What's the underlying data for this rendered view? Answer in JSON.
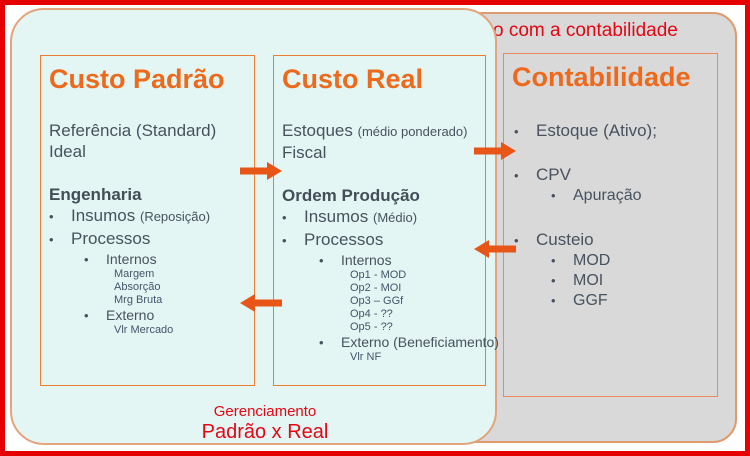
{
  "header": {
    "visible_title": "o com a contabilidade"
  },
  "colors": {
    "frame_red": "#e60000",
    "red_text": "#e30613",
    "orange_title": "#ed6a1c",
    "orange_arrow": "#e85617",
    "cyan_panel_bg": "#e4f6f4",
    "gray_panel_bg": "#d9d9d9",
    "box_border": "#ed7d31",
    "body_text": "#47525e"
  },
  "boxes": {
    "padrao": {
      "title": "Custo Padrão",
      "items": [
        {
          "text": "Referência (Standard)"
        },
        {
          "text": "Ideal"
        },
        {
          "text": "Engenharia"
        },
        {
          "text": "Insumos",
          "note": "(Reposição)"
        },
        {
          "text": "Processos"
        },
        {
          "text": "Internos"
        },
        {
          "text": "Margem"
        },
        {
          "text": "Absorção"
        },
        {
          "text": "Mrg Bruta"
        },
        {
          "text": "Externo"
        },
        {
          "text": "Vlr Mercado"
        }
      ]
    },
    "real": {
      "title": "Custo Real",
      "items": [
        {
          "text": "Estoques",
          "note": "(médio ponderado)"
        },
        {
          "text": "Fiscal"
        },
        {
          "text": "Ordem Produção"
        },
        {
          "text": "Insumos",
          "note": "(Médio)"
        },
        {
          "text": "Processos"
        },
        {
          "text": "Internos"
        },
        {
          "text": "Op1 - MOD"
        },
        {
          "text": "Op2 - MOI"
        },
        {
          "text": "Op3 – GGf"
        },
        {
          "text": "Op4 - ??"
        },
        {
          "text": "Op5 - ??"
        },
        {
          "text": "Externo (Beneficiamento)"
        },
        {
          "text": "Vlr NF"
        }
      ]
    },
    "conta": {
      "title": "Contabilidade",
      "items": [
        {
          "text": "Estoque (Ativo);"
        },
        {
          "text": "CPV"
        },
        {
          "text": "Apuração"
        },
        {
          "text": "Custeio"
        },
        {
          "text": "MOD"
        },
        {
          "text": "MOI"
        },
        {
          "text": "GGF"
        }
      ]
    }
  },
  "footer": {
    "line1": "Gerenciamento",
    "line2": "Padrão x Real"
  }
}
